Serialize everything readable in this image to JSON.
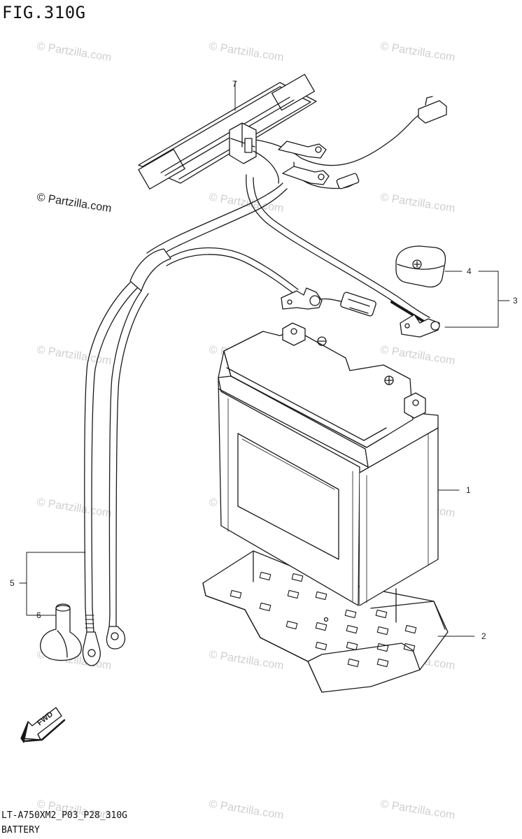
{
  "figure": {
    "title": "FIG.310G"
  },
  "footer": {
    "code": "LT-A750XM2_P03_P28_310G",
    "name": "BATTERY"
  },
  "watermark": {
    "text": "© Partzilla.com",
    "color": "#cfcfcf"
  },
  "callouts": [
    {
      "id": "1",
      "part": "battery"
    },
    {
      "id": "2",
      "part": "battery-tray"
    },
    {
      "id": "3",
      "part": "positive-lead-assembly"
    },
    {
      "id": "4",
      "part": "terminal-cover"
    },
    {
      "id": "5",
      "part": "battery-cable-assembly"
    },
    {
      "id": "6",
      "part": "terminal-cap"
    },
    {
      "id": "7",
      "part": "battery-band"
    }
  ],
  "fwd_label": "FWD"
}
